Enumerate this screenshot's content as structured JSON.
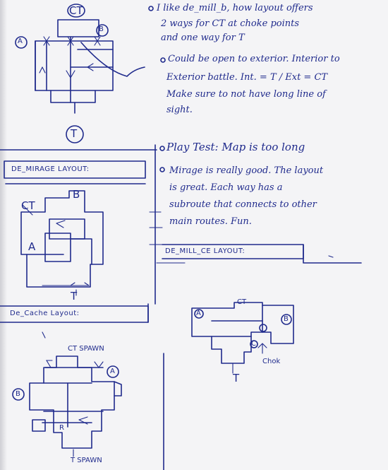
{
  "notes_top": [
    "I like de_mill_b, how layout offers",
    "2 ways for CT at choke points",
    "and one way for T",
    "Could be open to exterior. Interior to",
    "Exterior battle. Int. = T / Ext = CT",
    "Make sure to not have long line of",
    "sight."
  ],
  "notes_mid": [
    "Play Test: Map is too long",
    "Mirage is really good. The layout",
    "is great. Each way has a",
    "subroute that connects to other",
    "main routes. Fun."
  ],
  "sketch_mill_b": {
    "label_top": "CT",
    "label_a": "A",
    "label_b": "B",
    "label_bottom": "T"
  },
  "section_mirage": {
    "title": "DE_MIRAGE LAYOUT:",
    "ct": "CT",
    "a": "A",
    "b": "B",
    "t": "T"
  },
  "section_mill_ce": {
    "title": "DE_MILL_CE LAYOUT:",
    "ct": "CT",
    "a": "A",
    "b": "B",
    "t": "T",
    "c": "C",
    "choke": "Chok"
  },
  "section_cache": {
    "title": "De_Cache Layout:",
    "ct_spawn": "CT SPAWN",
    "a": "A",
    "b": "B",
    "r": "R",
    "t_spawn": "T SPAWN"
  },
  "colors": {
    "ink": "#1f2a8c",
    "paper": "#f4f4f6"
  }
}
